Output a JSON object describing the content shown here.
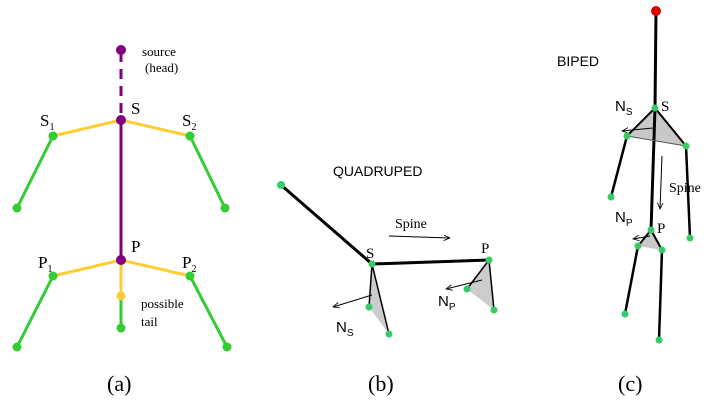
{
  "figure_a": {
    "source_label_1": "source",
    "source_label_2": "(head)",
    "S": "S",
    "S1_main": "S",
    "S1_sub": "1",
    "S2_main": "S",
    "S2_sub": "2",
    "P": "P",
    "P1_main": "P",
    "P1_sub": "1",
    "P2_main": "P",
    "P2_sub": "2",
    "tail_label_1": "possible",
    "tail_label_2": "tail",
    "caption": "(a)",
    "colors": {
      "spine": "#800080",
      "girdle": "#ffcc33",
      "limb": "#33cc33"
    }
  },
  "figure_b": {
    "title": "QUADRUPED",
    "spine_label": "Spine",
    "S": "S",
    "P": "P",
    "NS_main": "N",
    "NS_sub": "S",
    "NP_main": "N",
    "NP_sub": "P",
    "caption": "(b)"
  },
  "figure_c": {
    "title": "BIPED",
    "S": "S",
    "P": "P",
    "NS_main": "N",
    "NS_sub": "S",
    "NP_main": "N",
    "NP_sub": "P",
    "spine_label": "Spine",
    "caption": "(c)",
    "head_color": "#dd0000"
  }
}
